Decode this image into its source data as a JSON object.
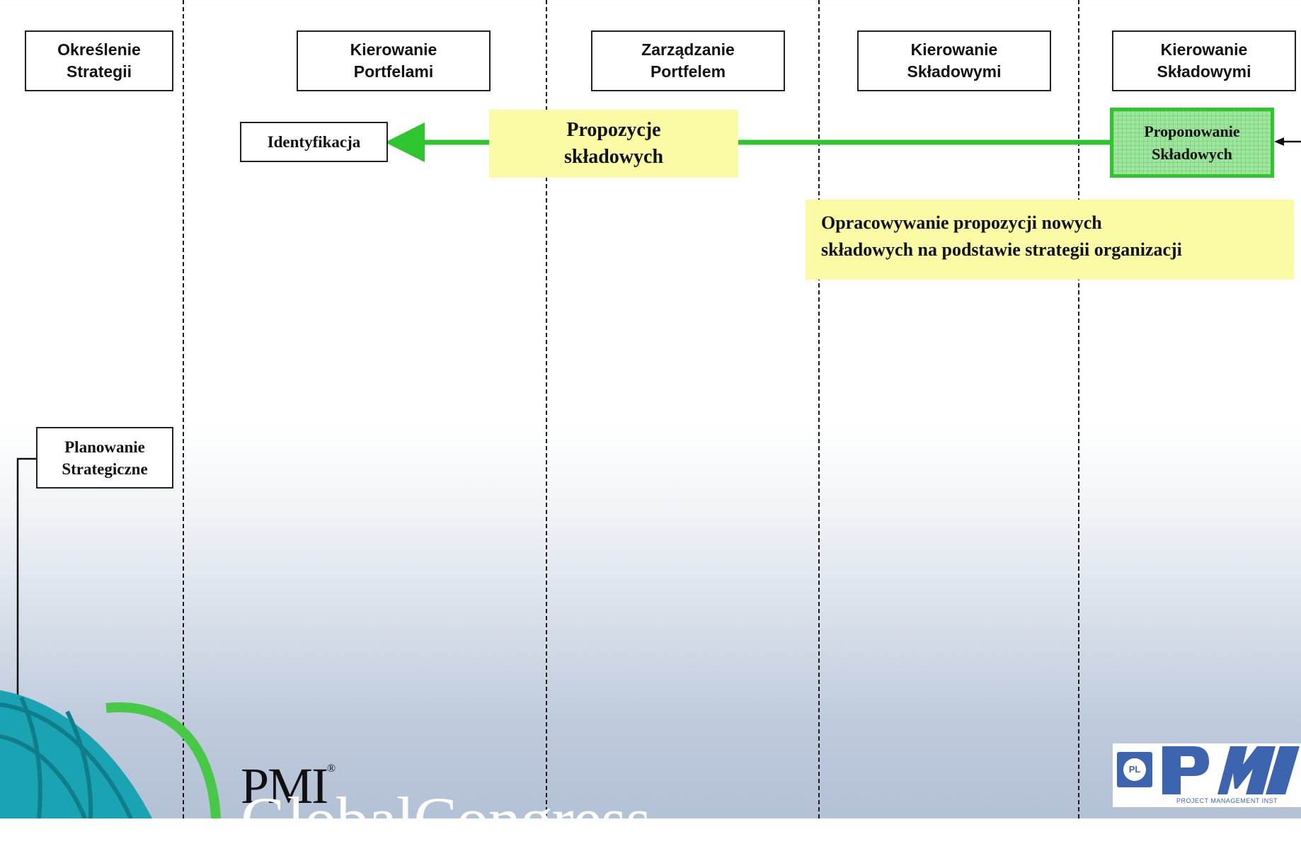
{
  "lane_headers": [
    {
      "line1": "Określenie",
      "line2": "Strategii"
    },
    {
      "line1": "Kierowanie",
      "line2": "Portfelami"
    },
    {
      "line1": "Zarządzanie",
      "line2": "Portfelem"
    },
    {
      "line1": "Kierowanie",
      "line2": "Składowymi"
    },
    {
      "line1": "Kierowanie",
      "line2": "Składowymi"
    }
  ],
  "process_boxes": {
    "identification": "Identyfikacja",
    "strategic_planning": {
      "line1": "Planowanie",
      "line2": "Strategiczne"
    },
    "proposing_components": {
      "line1": "Proponowanie",
      "line2": "Składowych"
    }
  },
  "notes": {
    "flow_label": {
      "line1": "Propozycje",
      "line2": "składowych"
    },
    "description": {
      "line1": "Opracowywanie propozycji nowych",
      "line2": "składowych na podstawie strategii organizacji"
    }
  },
  "logos": {
    "pmi_text": "PMI",
    "registered_mark": "®",
    "congress_text": "GlobalCongress",
    "pmi_pl_badge": "PL",
    "pmi_pl_caption": "PROJECT MANAGEMENT INST"
  },
  "colors": {
    "flow_green": "#2ec52e",
    "note_yellow": "#fbfba6",
    "active_box_fill": "#9ee59e"
  }
}
